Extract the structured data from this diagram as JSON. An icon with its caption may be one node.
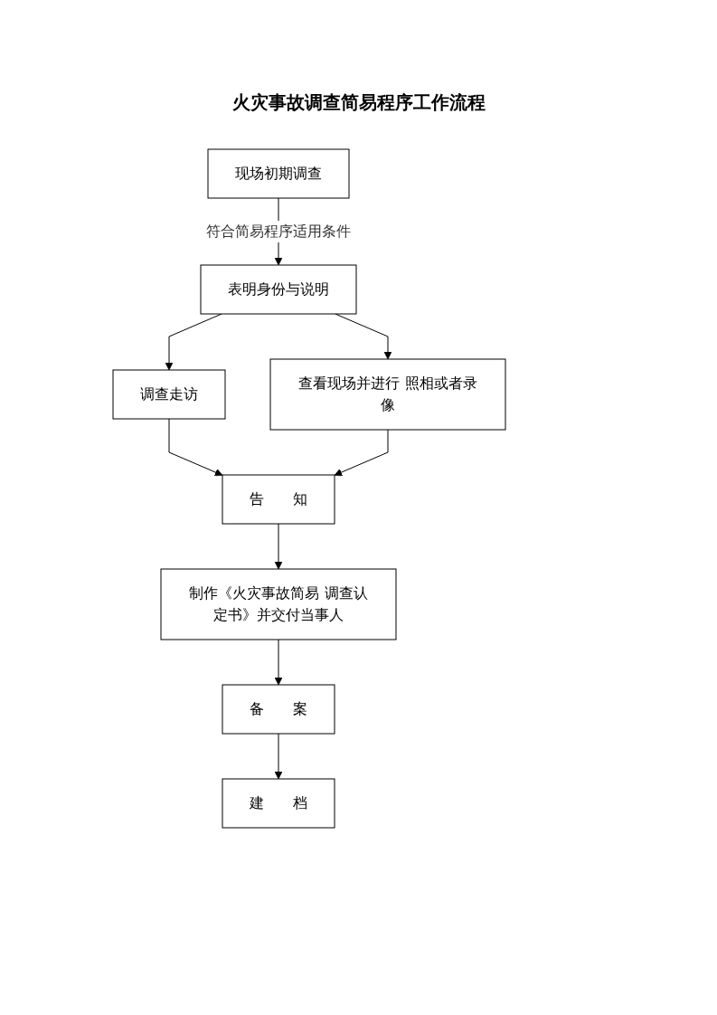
{
  "diagram": {
    "title": "火灾事故调查简易程序工作流程",
    "nodes": [
      {
        "text": [
          "现场初期调查"
        ]
      },
      {
        "text": [
          "表明身份与说明"
        ]
      },
      {
        "text": [
          "调查走访"
        ]
      },
      {
        "text": [
          "查看现场并进行 照相或者录像"
        ]
      },
      {
        "text": [
          "告　　知"
        ]
      },
      {
        "text": [
          "制作《火灾事故简易 调查认定书》并交付当事人"
        ]
      },
      {
        "text": [
          "备　　案"
        ]
      },
      {
        "text": [
          "建　　档"
        ]
      }
    ],
    "edges": [
      {
        "from": 0,
        "to": 1,
        "arrow": "to",
        "label": "符合简易程序适用条件"
      },
      {
        "from": 1,
        "to": 2,
        "arrow": "to"
      },
      {
        "from": 1,
        "to": 3,
        "arrow": "to"
      },
      {
        "from": 2,
        "to": 4,
        "arrow": "to"
      },
      {
        "from": 3,
        "to": 4,
        "arrow": "to"
      },
      {
        "from": 4,
        "to": 5,
        "arrow": "to"
      },
      {
        "from": 5,
        "to": 6,
        "arrow": "to"
      },
      {
        "from": 6,
        "to": 7,
        "arrow": "to"
      }
    ]
  }
}
